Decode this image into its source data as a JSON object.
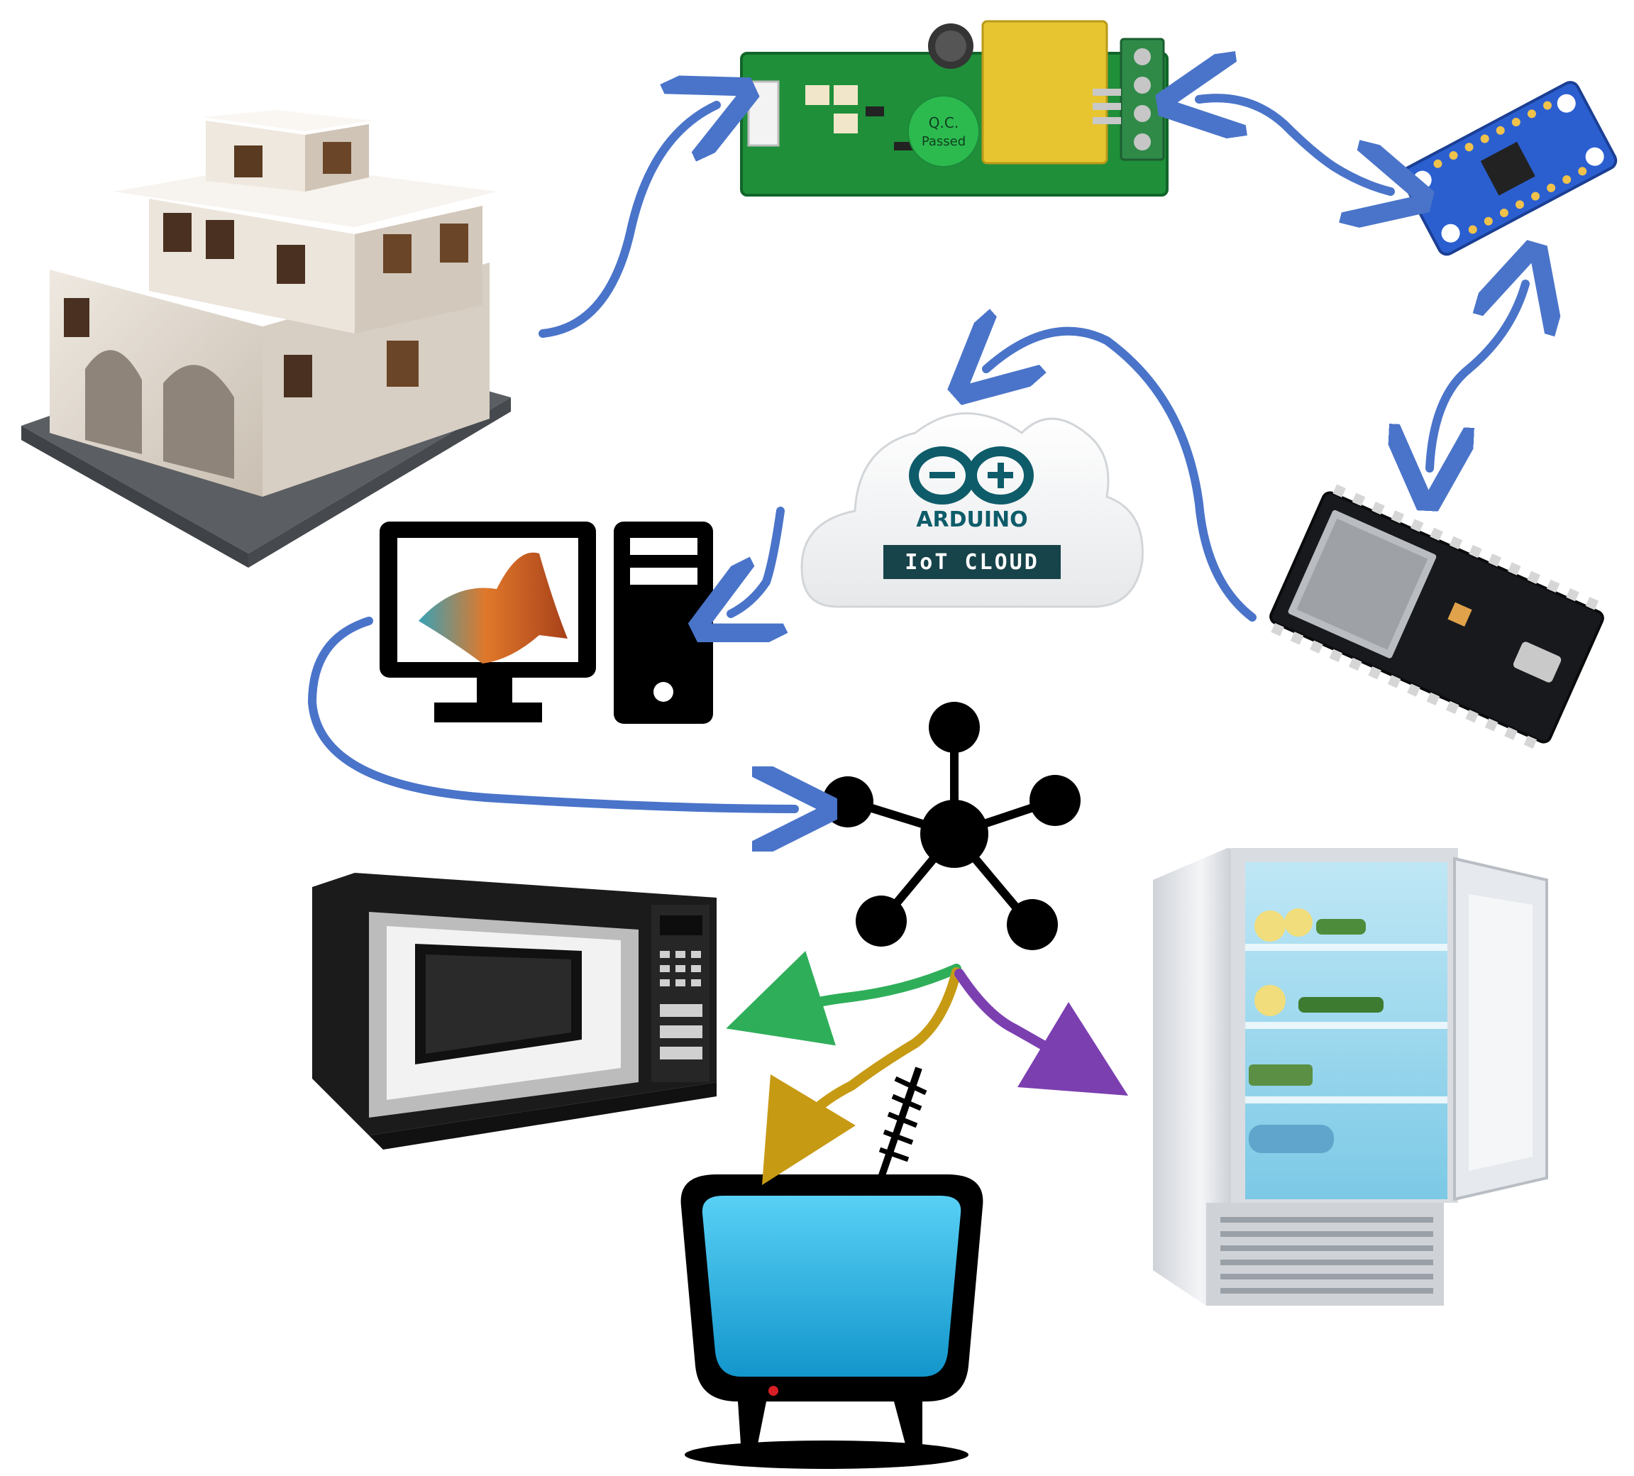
{
  "cloud": {
    "brand": "ARDUINO",
    "service": "IoT CLOUD",
    "brand_color": "#0e5c6a",
    "badge_color": "#17434a"
  },
  "pcb": {
    "qc_line1": "Q.C.",
    "qc_line2": "Passed"
  },
  "colors": {
    "flow_blue": "#4a74c9",
    "appliance_green": "#2fae5a",
    "appliance_gold": "#c79a14",
    "appliance_purple": "#7b3fb0",
    "tv_screen": "#27b6e6",
    "pcb_green": "#1f8f3a",
    "gyro_blue": "#2b5fd0"
  },
  "icons": {
    "house": "house-model-icon",
    "energy_meter": "pzem-energy-meter-icon",
    "sensor": "gyro-sensor-board-icon",
    "mcu": "esp32-board-icon",
    "computer": "matlab-computer-icon",
    "network": "network-hub-icon",
    "microwave": "microwave-icon",
    "tv": "television-icon",
    "fridge": "refrigerator-icon"
  }
}
